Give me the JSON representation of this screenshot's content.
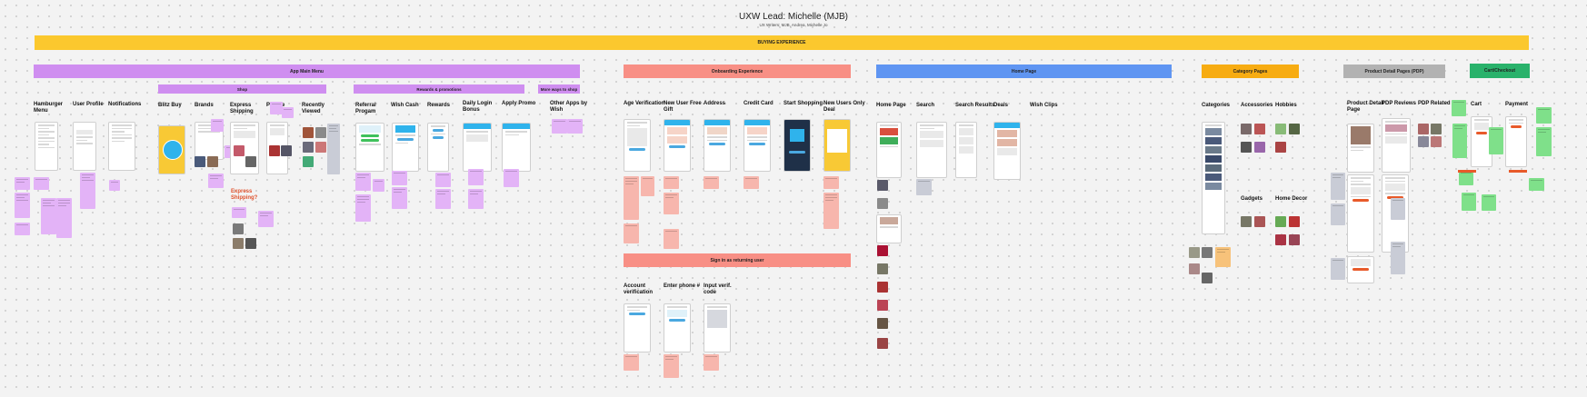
{
  "board": {
    "title": "UXW Lead: Michelle (MJB)",
    "subtitle": "UX Writers: MJB, Andrea, Michelle Jo"
  },
  "banner": {
    "label": "BUYING EXPERIENCE",
    "color": "#fbc82e"
  },
  "sections": [
    {
      "id": "app-main-menu",
      "label": "App Main Menu",
      "color": "#cf8ef0"
    },
    {
      "id": "onboarding",
      "label": "Onboarding Experience",
      "color": "#f88f85"
    },
    {
      "id": "home-page",
      "label": "Home Page",
      "color": "#5f95f2"
    },
    {
      "id": "category-pages",
      "label": "Category Pages",
      "color": "#f7ac12"
    },
    {
      "id": "pdp",
      "label": "Product Detail Pages (PDP)",
      "color": "#b2b2b2"
    },
    {
      "id": "cart-checkout",
      "label": "Cart/Checkout",
      "color": "#29b26b"
    }
  ],
  "subsections": [
    {
      "id": "shop",
      "label": "Shop"
    },
    {
      "id": "rewards",
      "label": "Rewards & promotions"
    },
    {
      "id": "more-ways",
      "label": "More ways to shop"
    },
    {
      "id": "sign-in",
      "label": "Sign in as returning user"
    }
  ],
  "columns": {
    "menu": [
      "Hamburger Menu",
      "User Profile",
      "Notifications"
    ],
    "shop": [
      "Blitz Buy",
      "Brands",
      "Express Shipping",
      "Picture",
      "Recently Viewed"
    ],
    "rewards": [
      "Referral Progam",
      "Wish Cash",
      "Rewards",
      "Daily Login Bonus",
      "Apply Promo"
    ],
    "more": [
      "Other Apps by Wish"
    ],
    "onboarding": [
      "Age Verification",
      "New User Free Gift",
      "Address",
      "Credit Card",
      "Start Shopping",
      "New Users Only Deal"
    ],
    "signin": [
      "Account verification",
      "Enter phone #",
      "Input verif. code"
    ],
    "home": [
      "Home Page",
      "Search",
      "Search Results",
      "Deals",
      "Wish Clips"
    ],
    "category": [
      "Categories",
      "Accessories",
      "Hobbies"
    ],
    "category_lower": [
      "Gadgets",
      "Home Decor"
    ],
    "pdp": [
      "Product Detail Page",
      "PDP Reviews",
      "PDP Related"
    ],
    "cart": [
      "Cart",
      "Payment"
    ]
  },
  "annotation": {
    "express": "Express Shipping?"
  },
  "colors": {
    "purple_sticky": "#e3b3f7",
    "pink_sticky": "#f7b6ad",
    "green_sticky": "#7fe08a",
    "grey_sticky": "#c9ccd6",
    "orange_sticky": "#f7c27a",
    "wish_blue": "#2fb3ec"
  }
}
